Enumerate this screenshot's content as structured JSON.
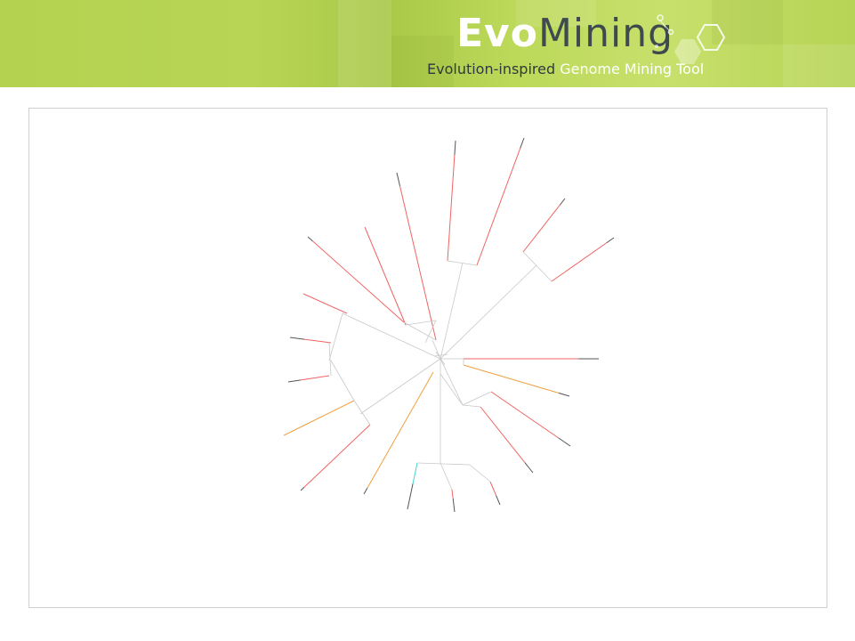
{
  "header": {
    "logo_part1": "Evo",
    "logo_part2": "Mining",
    "tagline_part1": "Evolution-inspired",
    "tagline_part2": "Genome Mining Tool",
    "colors": {
      "banner_green": "#b4d24f",
      "logo_dark": "#3e4a4e",
      "logo_white": "#ffffff"
    },
    "icon": "hexagon-molecule-icon"
  },
  "tree": {
    "type": "circular-phylogenetic-tree",
    "branch_colors": {
      "internal": "#c8c8c8",
      "red": "#f06464",
      "orange": "#f0a040",
      "cyan": "#40d8d0",
      "tip": "#555555"
    },
    "leaf_count": 22
  }
}
